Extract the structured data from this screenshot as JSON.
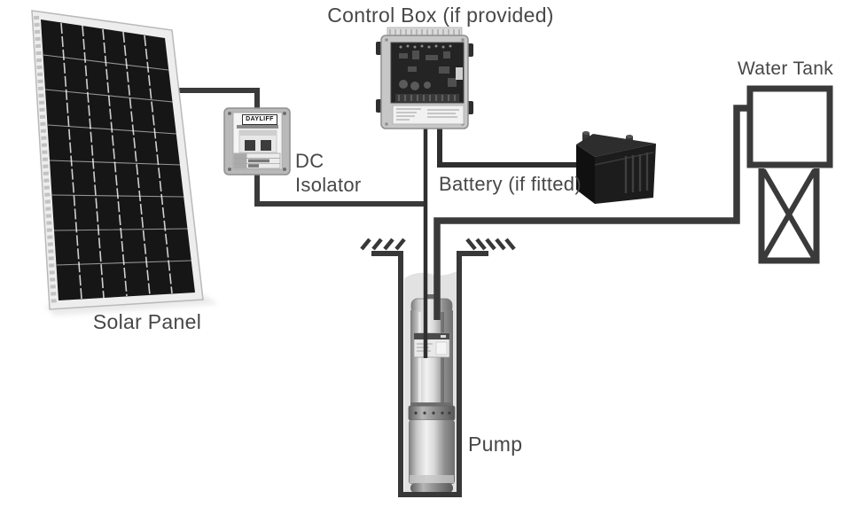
{
  "labels": {
    "control_box": "Control Box (if provided)",
    "water_tank": "Water Tank",
    "dc_isolator_line1": "DC",
    "dc_isolator_line2": "Isolator",
    "battery": "Battery (if fitted)",
    "solar_panel": "Solar Panel",
    "pump": "Pump",
    "isolator_brand": "DAYLIFF"
  },
  "colors": {
    "line": "#3a3a3a",
    "text": "#474747",
    "panel_cells": "#161616",
    "water": "#e2e2e2",
    "background": "#ffffff"
  }
}
